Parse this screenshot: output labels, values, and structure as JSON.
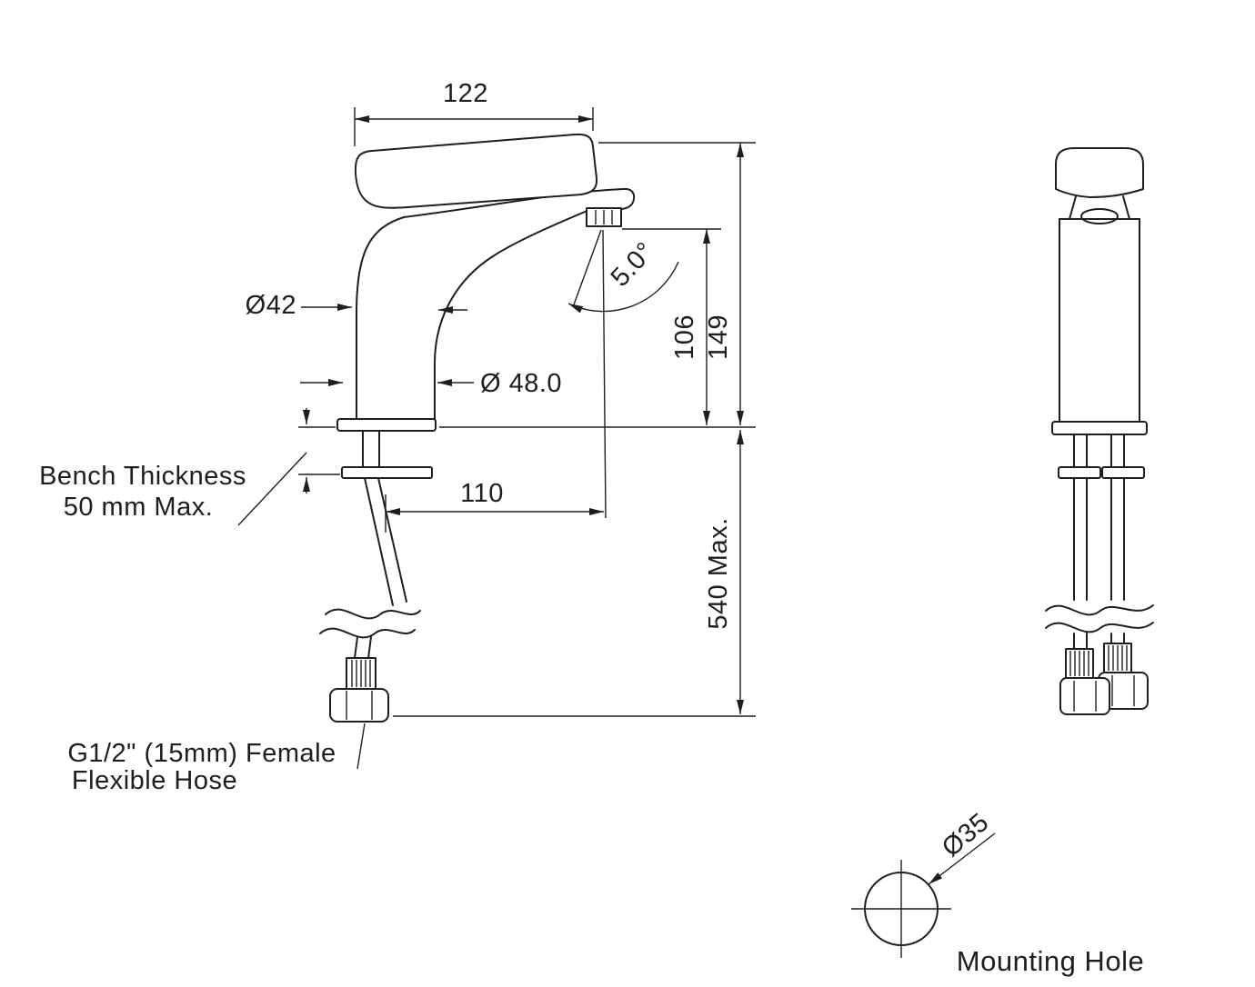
{
  "drawing": {
    "type": "basin-mixer-installation-drawing",
    "background": "#ffffff",
    "line_color": "#1e1e1e"
  },
  "side_view": {
    "dim_spout_width": "122",
    "dia_body": "Ø42",
    "spout_angle": "5.0°",
    "dim_outlet_height": "106",
    "dim_overall_height": "149",
    "dia_base": "Ø 48.0",
    "dim_spout_reach": "110",
    "dim_hose_length": "540 Max.",
    "bench_note_line1": "Bench Thickness",
    "bench_note_line2": "50 mm  Max.",
    "hose_note_line1": "G1/2\" (15mm) Female",
    "hose_note_line2": "Flexible Hose"
  },
  "mounting_detail": {
    "dia_hole": "Ø35",
    "caption": "Mounting Hole"
  }
}
